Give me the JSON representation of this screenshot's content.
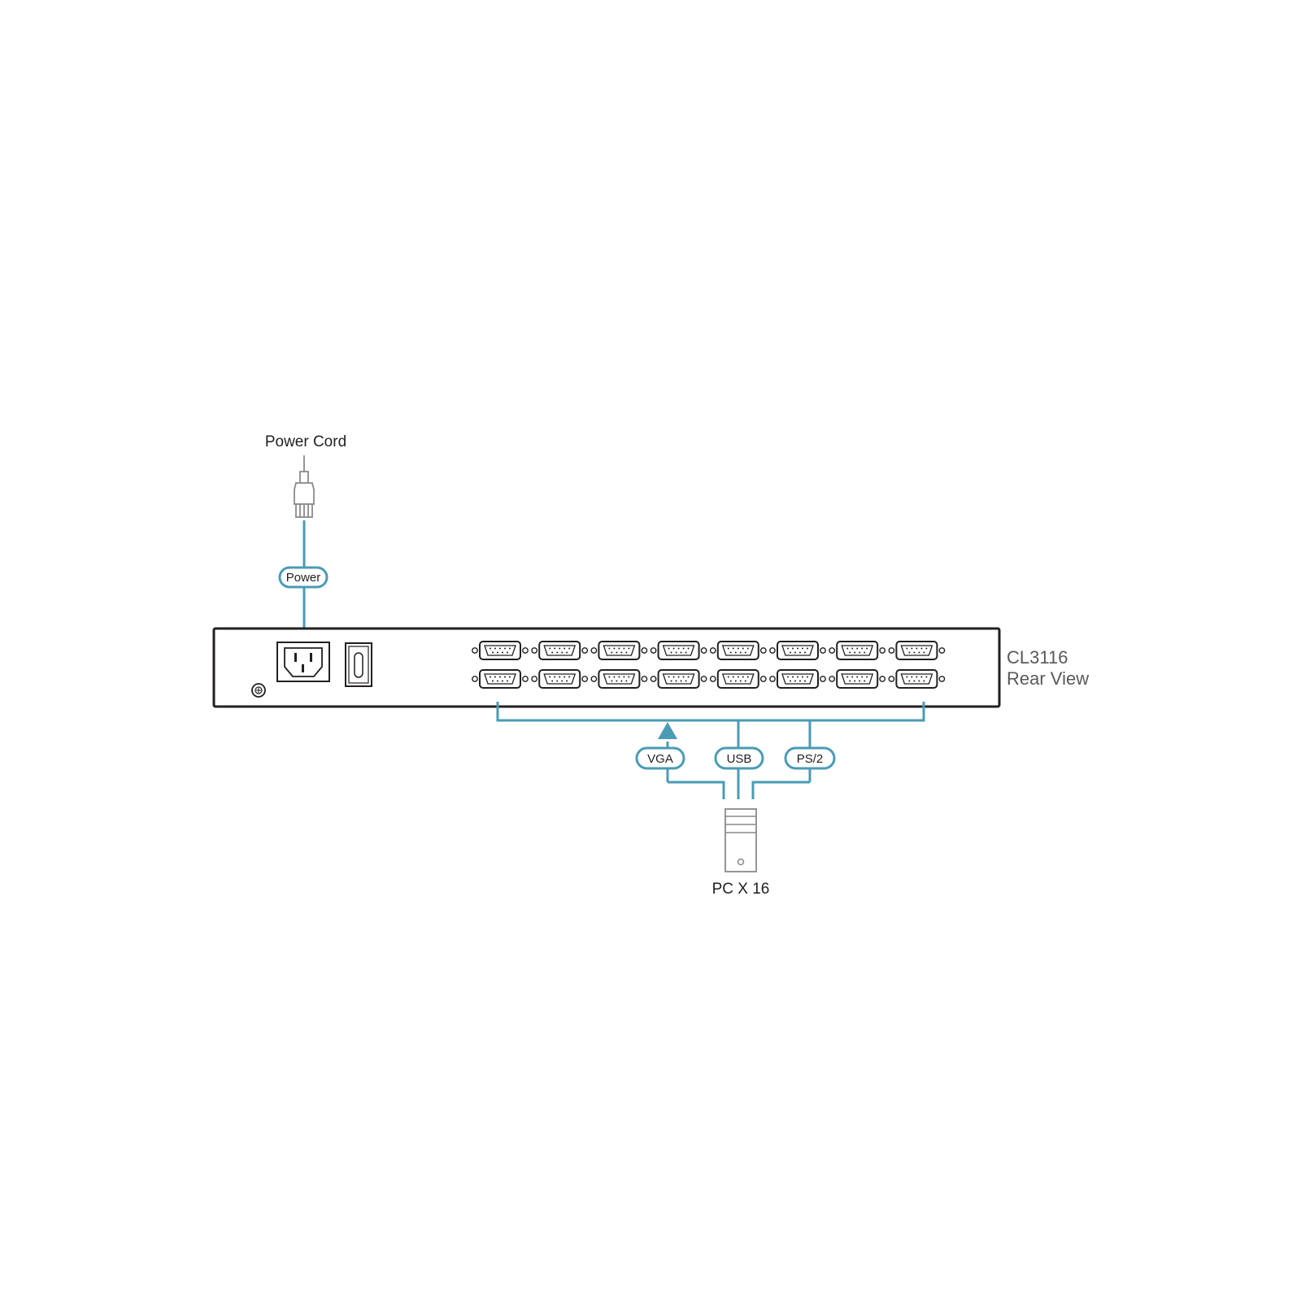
{
  "labels": {
    "power_cord": "Power Cord",
    "power": "Power",
    "model_line1": "CL3116",
    "model_line2": "Rear View",
    "vga": "VGA",
    "usb": "USB",
    "ps2": "PS/2",
    "pc": "PC X 16"
  },
  "ports": {
    "rows": 2,
    "columns": 8
  },
  "colors": {
    "cable": "#4a9bb5",
    "outline": "#231f20",
    "plug": "#8a8a8c",
    "model_text": "#58595b"
  }
}
